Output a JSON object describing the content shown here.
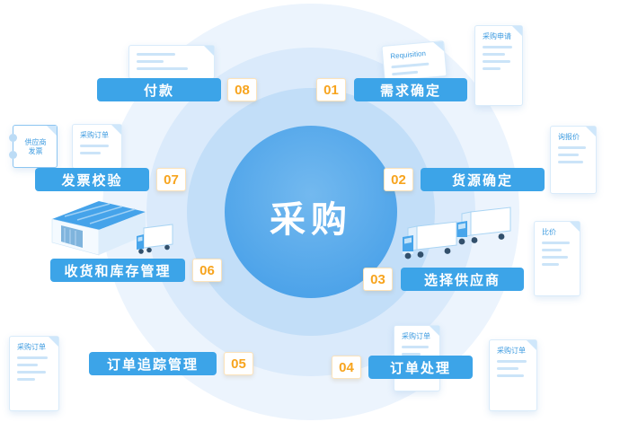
{
  "center": {
    "label": "采购"
  },
  "steps": [
    {
      "num": "01",
      "label": "需求确定"
    },
    {
      "num": "02",
      "label": "货源确定"
    },
    {
      "num": "03",
      "label": "选择供应商"
    },
    {
      "num": "04",
      "label": "订单处理"
    },
    {
      "num": "05",
      "label": "订单追踪管理"
    },
    {
      "num": "06",
      "label": "收货和库存管理"
    },
    {
      "num": "07",
      "label": "发票校验"
    },
    {
      "num": "08",
      "label": "付款"
    }
  ],
  "docs": {
    "requisition": {
      "label": "Requisition"
    },
    "purchase_request": {
      "label": "采购申请"
    },
    "inquiry": {
      "label": "询报价"
    },
    "price_compare": {
      "label": "比价"
    },
    "order_processing": {
      "label": "采购订单"
    },
    "order_bottom_right": {
      "label": "采购订单"
    },
    "order_tracking": {
      "label": "采购订单"
    },
    "order_invoice": {
      "label": "采购订单"
    },
    "supplier_invoice": {
      "label": "供应商\n发票"
    }
  },
  "colors": {
    "step_label_bg": "#3CA4E8",
    "step_number": "#F7A41E",
    "center_circle": "#4DA3E9",
    "ring_outer": "#ECF4FD",
    "ring_middle": "#DAEAFB",
    "ring_inner": "#C2DEF8",
    "doc_accent": "#3D9BE0"
  }
}
